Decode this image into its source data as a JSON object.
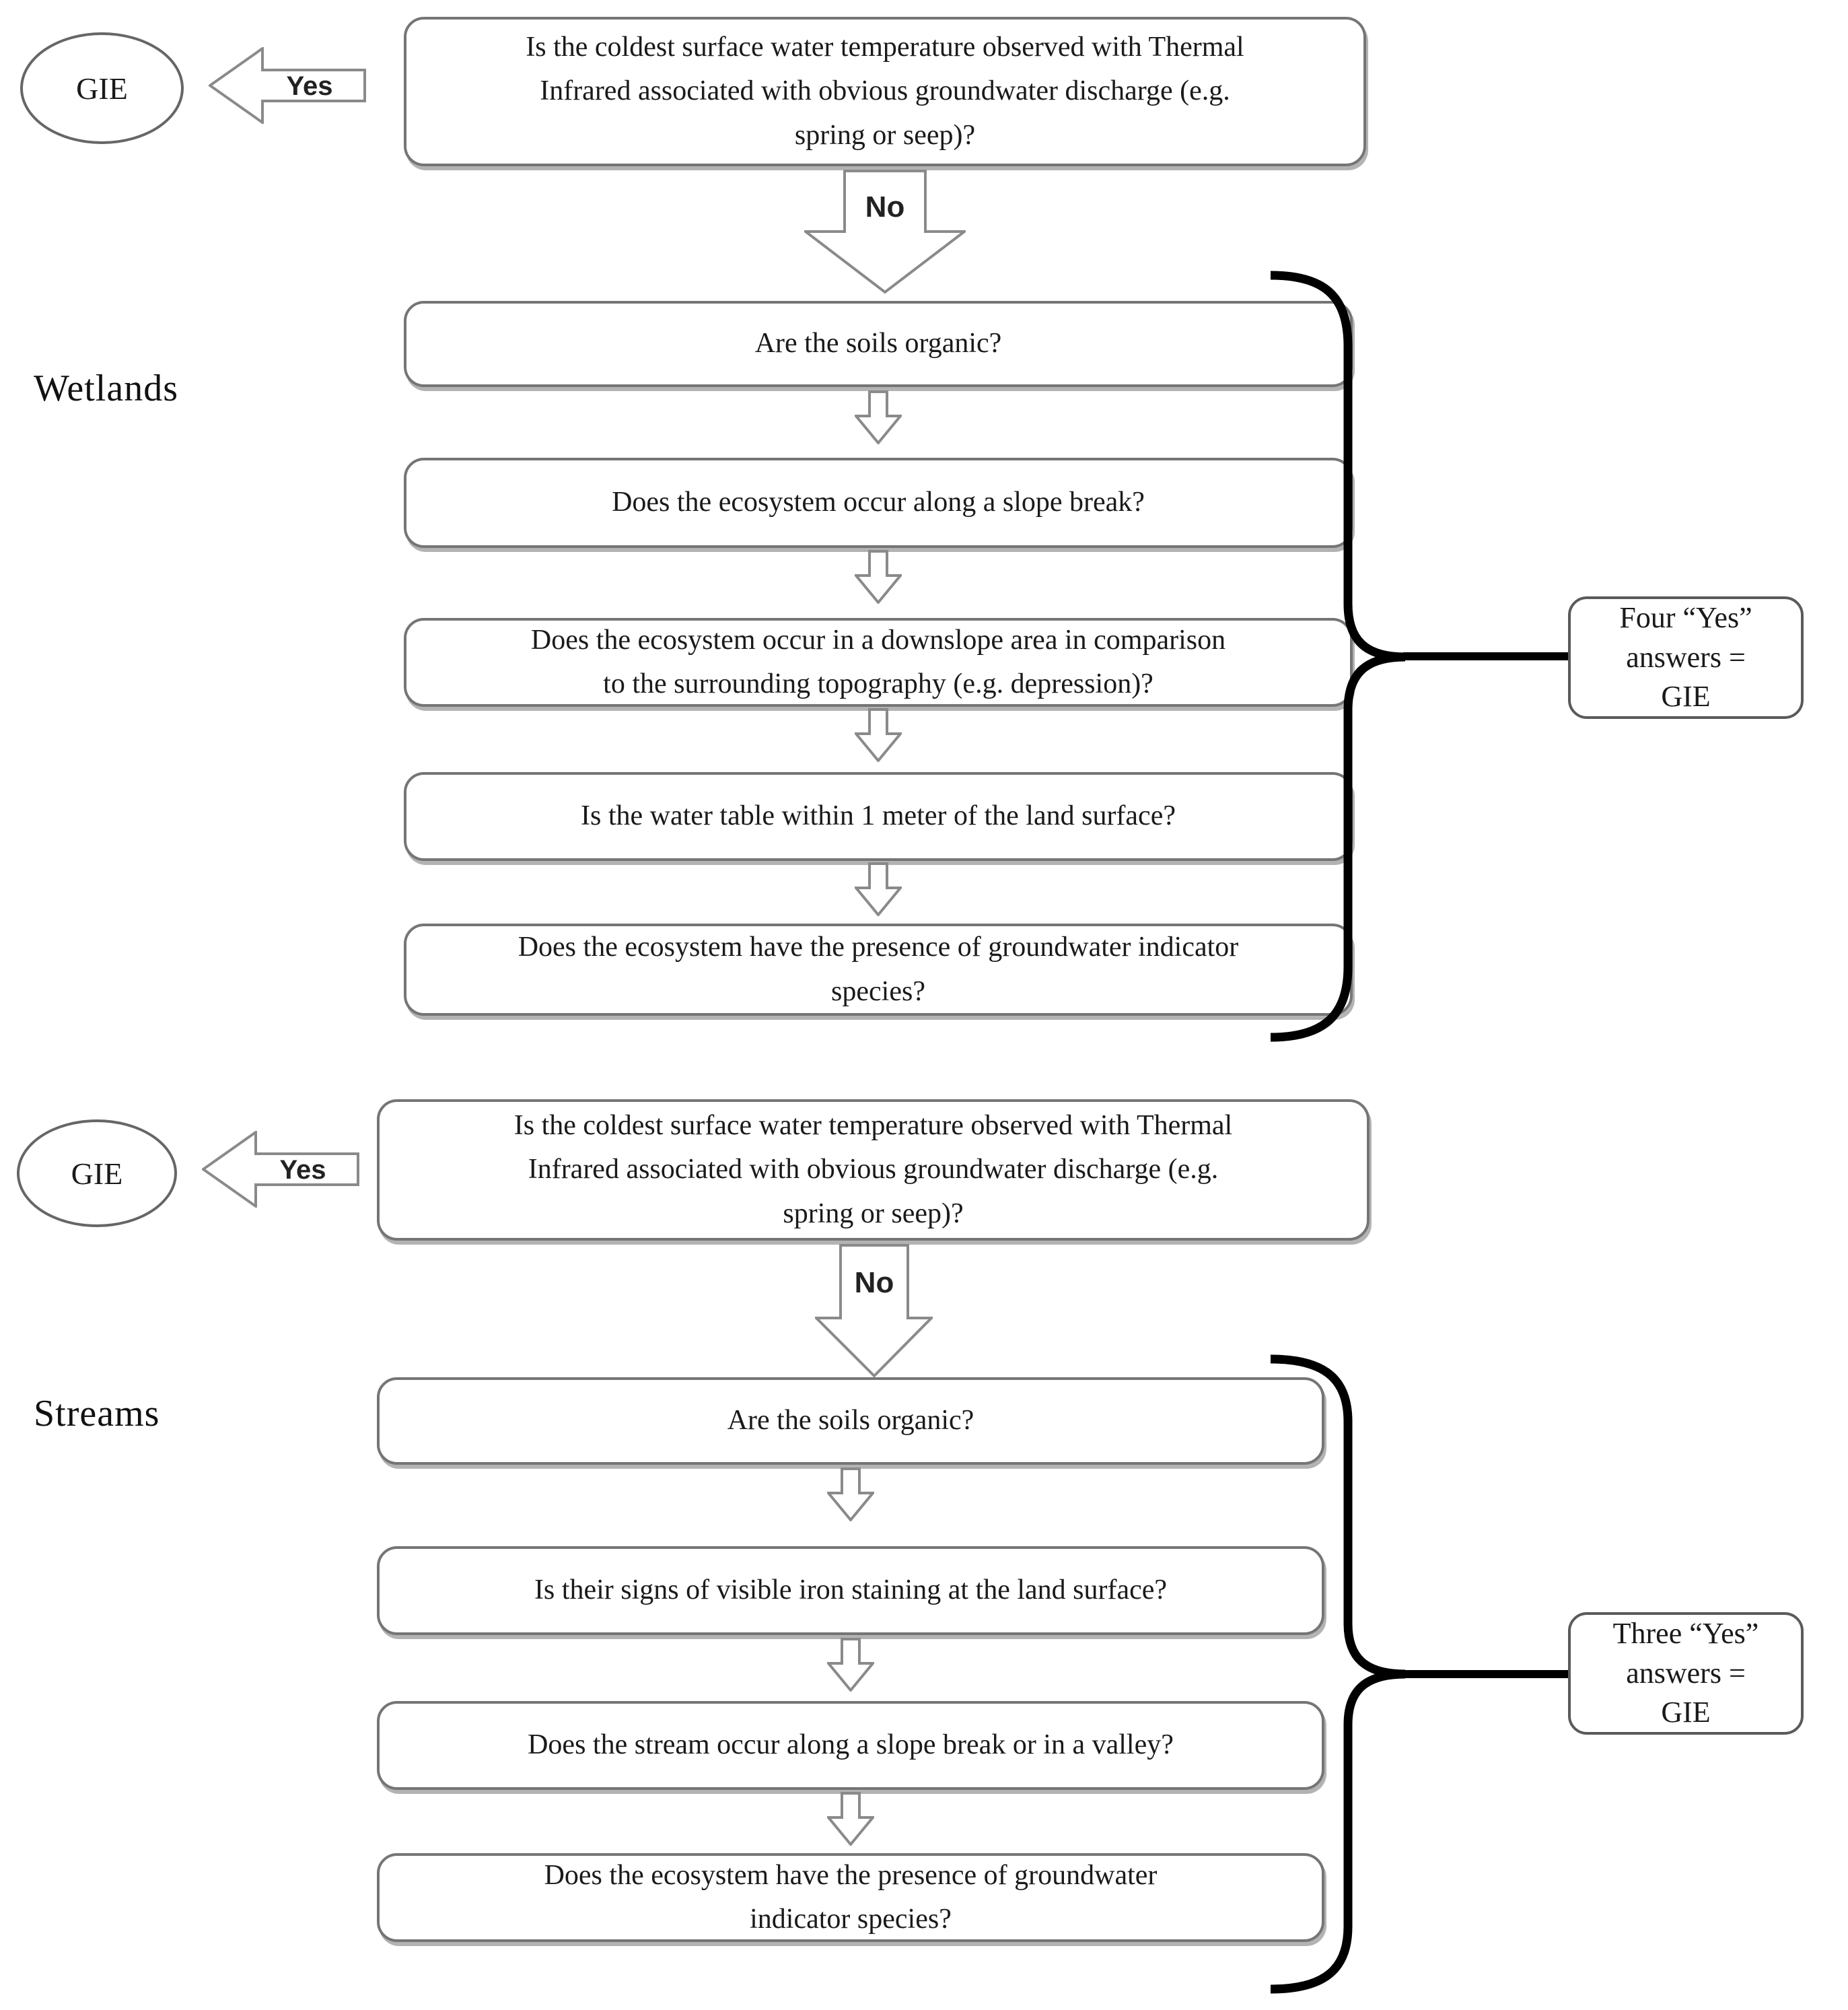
{
  "colors": {
    "ink": "#1a1a1a",
    "box_border": "#757575",
    "box_shadow": "#b3b3b3",
    "brace": "#000000"
  },
  "wetlands": {
    "label": "Wetlands",
    "gie": "GIE",
    "yes": "Yes",
    "no": "No",
    "question_lines": [
      "Is the coldest surface water temperature observed with Thermal",
      "Infrared associated with obvious groundwater discharge (e.g.",
      "spring or seep)?"
    ],
    "boxes": [
      {
        "lines": [
          "Are the soils organic?"
        ]
      },
      {
        "lines": [
          "Does the ecosystem occur along a slope break?"
        ]
      },
      {
        "lines": [
          "Does the ecosystem occur in a downslope area in comparison",
          "to the surrounding topography (e.g. depression)?"
        ]
      },
      {
        "lines": [
          "Is the water table within 1 meter of the land surface?"
        ]
      },
      {
        "lines": [
          "Does the ecosystem have the presence of groundwater indicator",
          "species?"
        ]
      }
    ],
    "result_lines": [
      "Four “Yes”",
      "answers =",
      "GIE"
    ]
  },
  "streams": {
    "label": "Streams",
    "gie": "GIE",
    "yes": "Yes",
    "no": "No",
    "question_lines": [
      "Is the coldest surface water temperature observed with Thermal",
      "Infrared associated with obvious groundwater discharge (e.g.",
      "spring or seep)?"
    ],
    "boxes": [
      {
        "lines": [
          "Are the soils organic?"
        ]
      },
      {
        "lines": [
          "Is their signs of visible iron staining at the land surface?"
        ]
      },
      {
        "lines": [
          "Does the stream occur along a slope break or in a valley?"
        ]
      },
      {
        "lines": [
          "Does the ecosystem have the presence of groundwater",
          "indicator species?"
        ]
      }
    ],
    "result_lines": [
      "Three “Yes”",
      "answers =",
      "GIE"
    ]
  }
}
